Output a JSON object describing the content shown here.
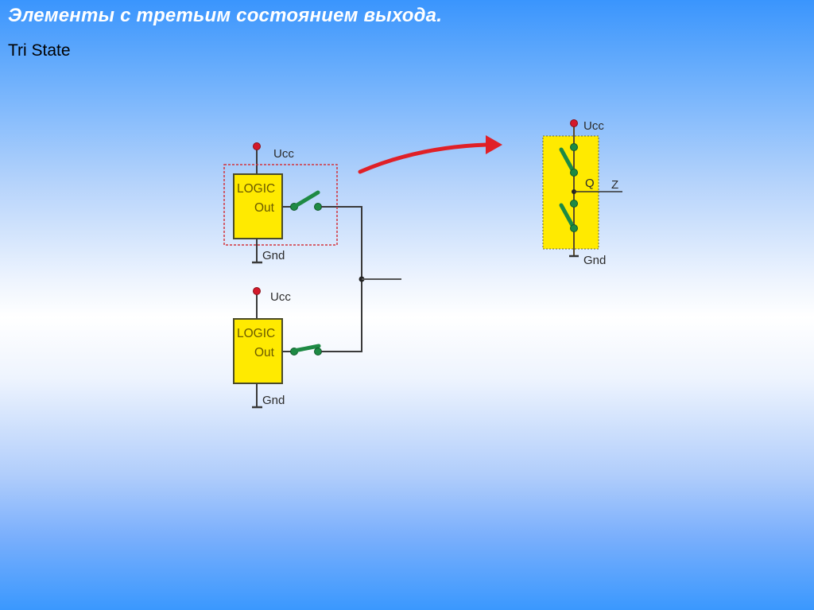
{
  "slide": {
    "title": "Элементы с третьим состоянием выхода.",
    "subtitle": "Tri State"
  },
  "diagram": {
    "left_circuit": {
      "gate1": {
        "supply_label": "Ucc",
        "block_line1": "LOGIC",
        "block_line2": "Out",
        "ground_label": "Gnd",
        "switch_state": "open",
        "highlighted": true
      },
      "gate2": {
        "supply_label": "Ucc",
        "block_line1": "LOGIC",
        "block_line2": "Out",
        "ground_label": "Gnd",
        "switch_state": "closed"
      }
    },
    "right_circuit": {
      "supply_label": "Ucc",
      "output_label": "Q",
      "state_label": "Z",
      "ground_label": "Gnd",
      "upper_switch_state": "open",
      "lower_switch_state": "open"
    },
    "colors": {
      "block_fill": "#ffea00",
      "switch": "#1e8a44",
      "supply_dot": "#d4182a",
      "arrow": "#e02027",
      "highlight_border": "#d2343c",
      "wire": "#3a3a3a"
    }
  }
}
